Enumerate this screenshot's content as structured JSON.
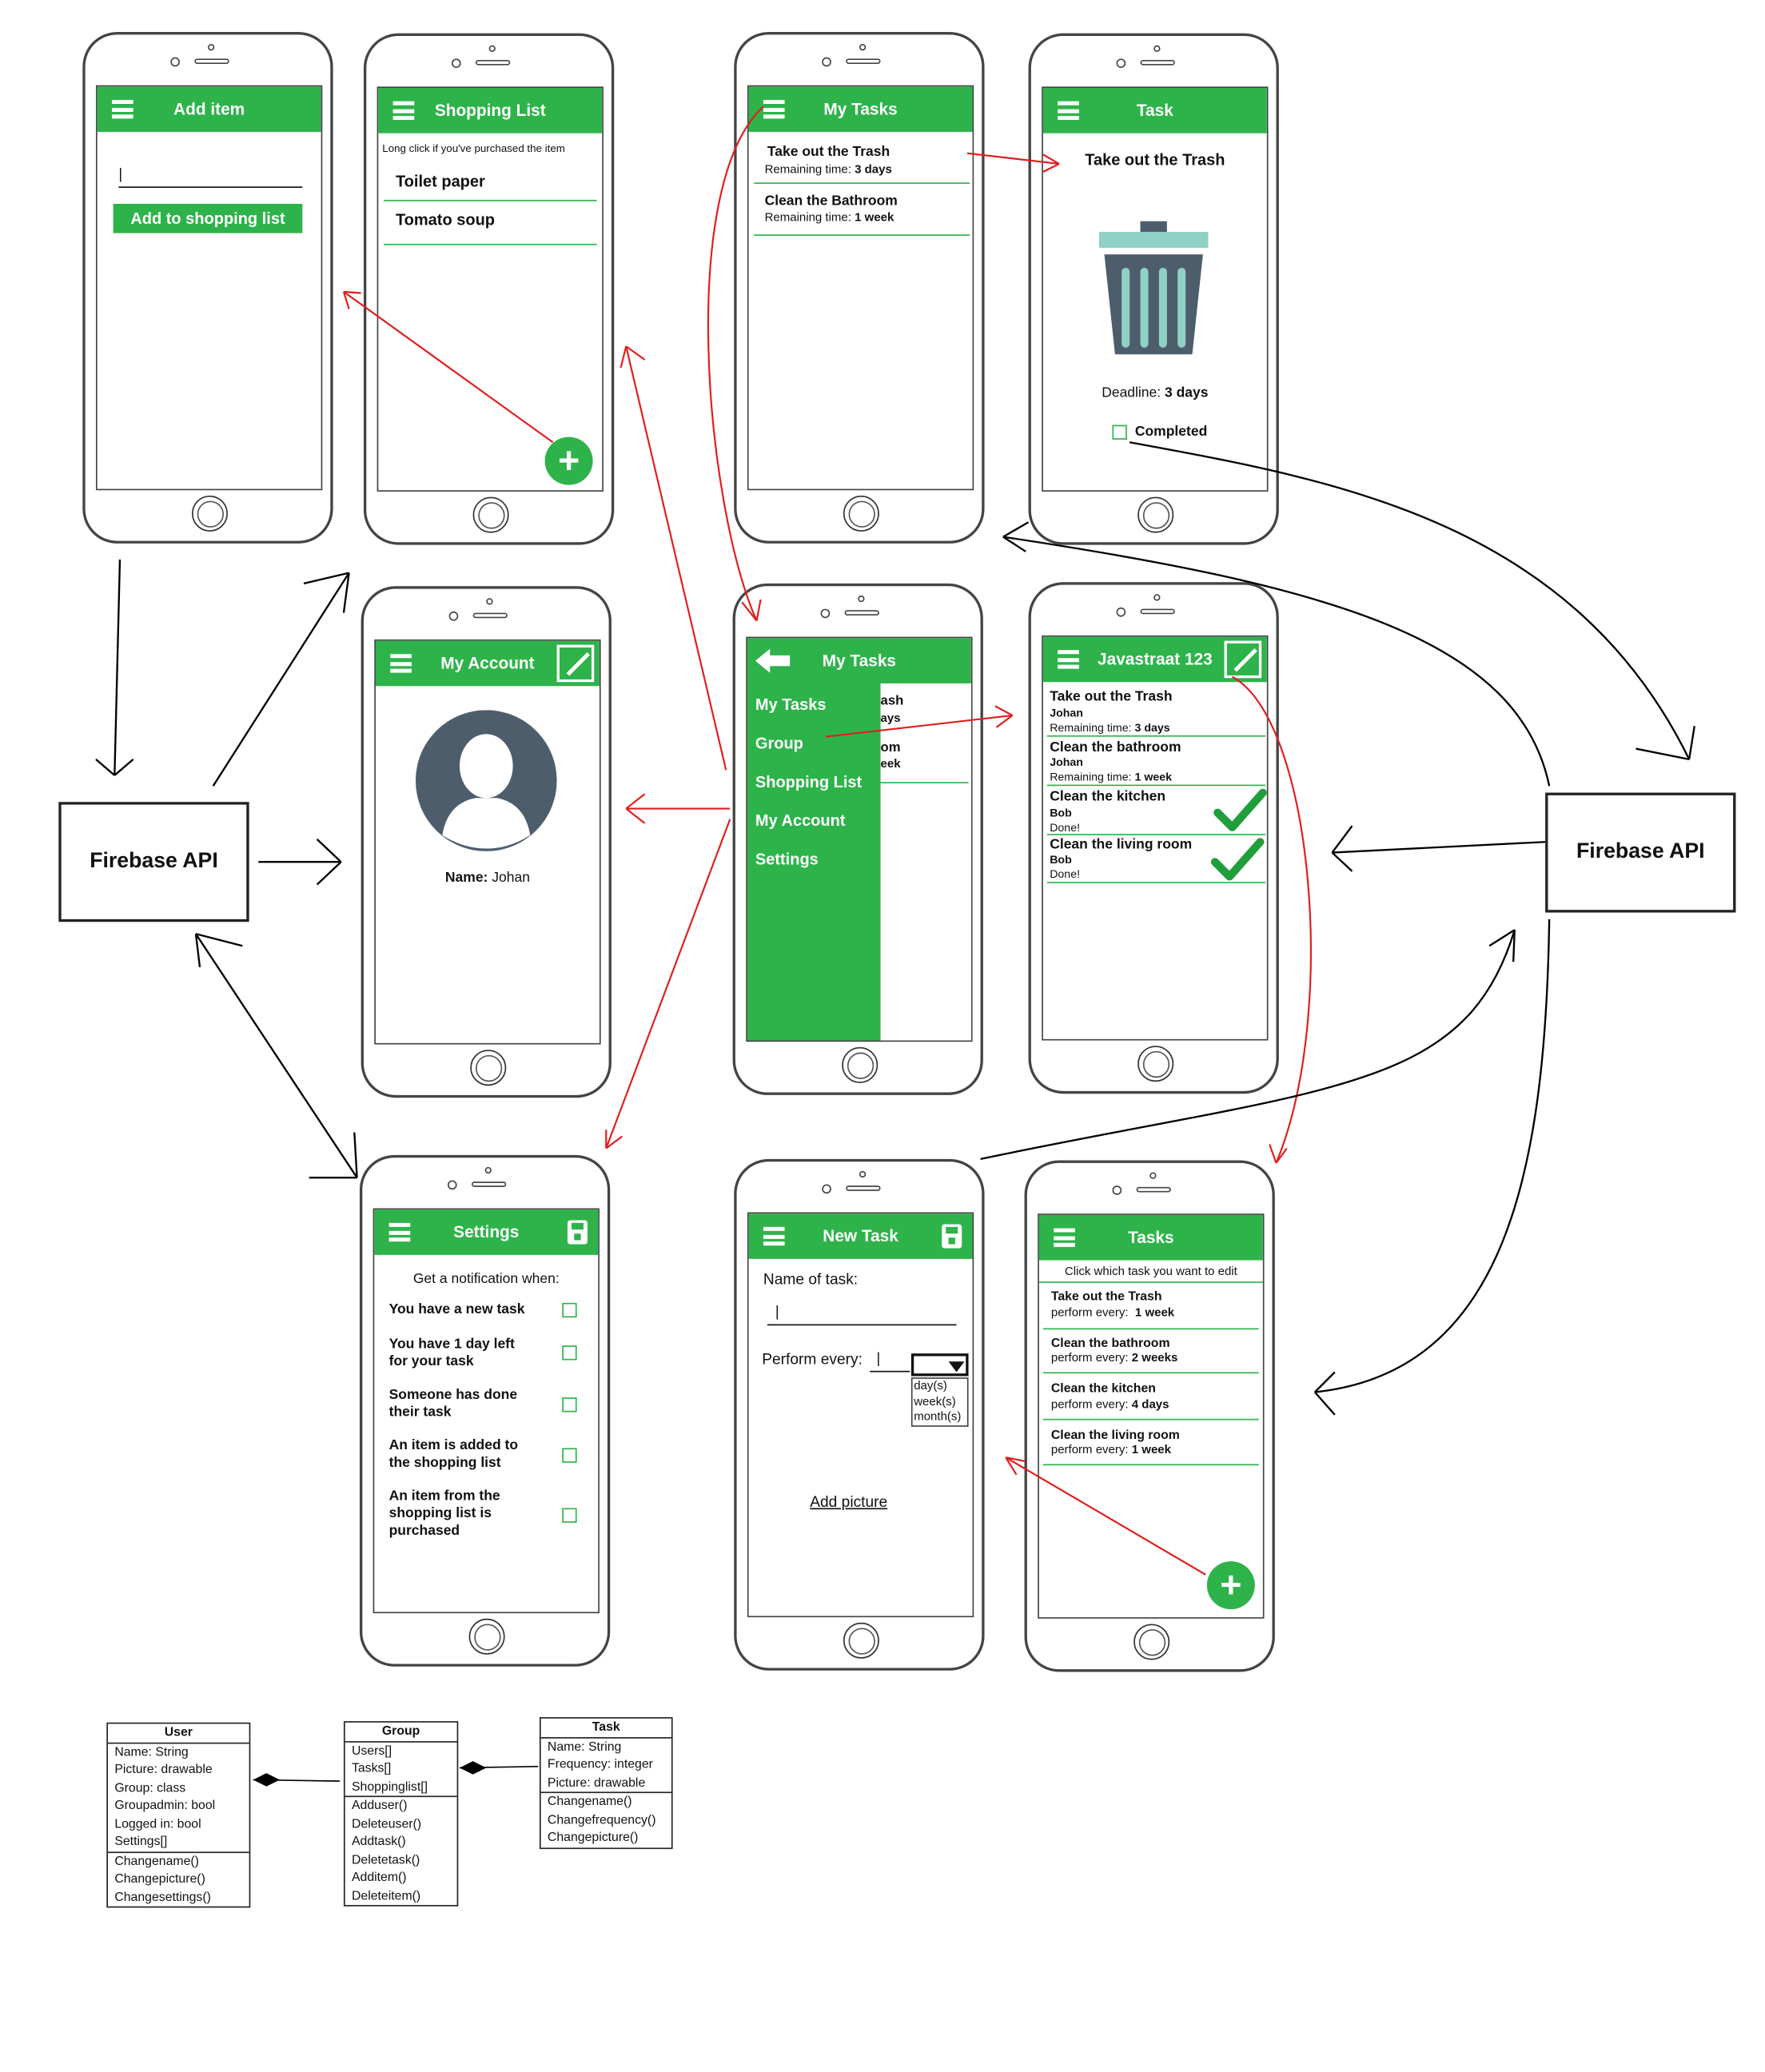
{
  "add_item": {
    "title": "Add item",
    "input_value": "|",
    "button": "Add to shopping list"
  },
  "shopping": {
    "title": "Shopping List",
    "hint": "Long click if you've purchased the item",
    "items": [
      "Toilet paper",
      "Tomato soup"
    ],
    "fab": "+"
  },
  "my_tasks": {
    "title": "My Tasks",
    "tasks": [
      {
        "name": "Take out the Trash",
        "remaining_label": "Remaining time:",
        "remaining": "3 days"
      },
      {
        "name": "Clean the Bathroom",
        "remaining_label": "Remaining time:",
        "remaining": "1 week"
      }
    ]
  },
  "task": {
    "title": "Task",
    "name": "Take out the Trash",
    "deadline_label": "Deadline:",
    "deadline": "3 days",
    "completed_label": "Completed"
  },
  "account": {
    "title": "My Account",
    "name_label": "Name:",
    "name": "Johan"
  },
  "drawer": {
    "title": "My Tasks",
    "items": [
      "My Tasks",
      "Group",
      "Shopping List",
      "My Account",
      "Settings"
    ],
    "behind": [
      "ash",
      "ays",
      "om",
      "eek"
    ]
  },
  "group": {
    "title": "Javastraat 123",
    "tasks": [
      {
        "name": "Take out the Trash",
        "person": "Johan",
        "status_label": "Remaining time:",
        "status": "3 days"
      },
      {
        "name": "Clean the bathroom",
        "person": "Johan",
        "status_label": "Remaining time:",
        "status": "1 week"
      },
      {
        "name": "Clean the kitchen",
        "person": "Bob",
        "status": "Done!"
      },
      {
        "name": "Clean the living room",
        "person": "Bob",
        "status": "Done!"
      }
    ]
  },
  "settings": {
    "title": "Settings",
    "intro": "Get a notification when:",
    "options": [
      [
        "You have a new task"
      ],
      [
        "You have 1 day left",
        "for your task"
      ],
      [
        "Someone has done",
        "their task"
      ],
      [
        "An item is added to",
        "the shopping list"
      ],
      [
        "An item from the",
        "shopping list is",
        "purchased"
      ]
    ]
  },
  "new_task": {
    "title": "New Task",
    "name_label": "Name of task:",
    "name_value": "|",
    "perform_label": "Perform every:",
    "perform_value": "|",
    "options": [
      "day(s)",
      "week(s)",
      "month(s)"
    ],
    "add_picture": "Add picture"
  },
  "tasks": {
    "title": "Tasks",
    "hint": "Click which task you want to edit",
    "items": [
      {
        "name": "Take out the Trash",
        "freq_label": "perform every:",
        "freq": "1 week"
      },
      {
        "name": "Clean the bathroom",
        "freq_label": "perform every:",
        "freq": "2 weeks"
      },
      {
        "name": "Clean the kitchen",
        "freq_label": "perform every:",
        "freq": "4 days"
      },
      {
        "name": "Clean the living room",
        "freq_label": "perform every:",
        "freq": "1 week"
      }
    ],
    "fab": "+"
  },
  "firebase_left": "Firebase API",
  "firebase_right": "Firebase API",
  "uml": {
    "user": {
      "name": "User",
      "attrs": [
        "Name: String",
        "Picture: drawable",
        "Group: class",
        "Groupadmin: bool",
        "Logged in: bool",
        "Settings[]"
      ],
      "methods": [
        "Changename()",
        "Changepicture()",
        "Changesettings()"
      ]
    },
    "group": {
      "name": "Group",
      "attrs": [
        "Users[]",
        "Tasks[]",
        "Shoppinglist[]"
      ],
      "methods": [
        "Adduser()",
        "Deleteuser()",
        "Addtask()",
        "Deletetask()",
        "Additem()",
        "Deleteitem()"
      ]
    },
    "task": {
      "name": "Task",
      "attrs": [
        "Name: String",
        "Frequency: integer",
        "Picture: drawable"
      ],
      "methods": [
        "Changename()",
        "Changefrequency()",
        "Changepicture()"
      ]
    }
  },
  "colors": {
    "accent": "#2db34a",
    "arrow_red": "#e11d1d",
    "arrow_black": "#000000",
    "avatar": "#4e5d6c",
    "trash_lid": "#8fd1c4",
    "trash_body": "#4e5d6c"
  }
}
